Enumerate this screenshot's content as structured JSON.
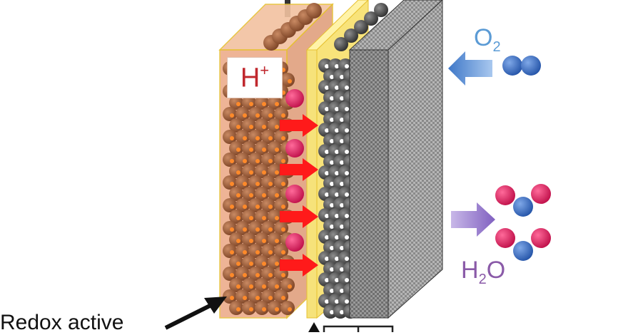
{
  "diagram": {
    "proton_label": {
      "symbol": "H",
      "superscript": "+"
    },
    "oxygen_label": {
      "base": "O",
      "subscript": "2"
    },
    "water_label": {
      "base": "H",
      "subscript": "2",
      "tail": "O"
    },
    "electrode_label": "Redox active",
    "colors": {
      "redox_layer": "#e8a07a",
      "redox_particles": "#9b5a3c",
      "membrane": "#f6e27a",
      "catalyst_particles": "#5a5a5a",
      "gas_diffusion_layer": "#808080",
      "proton": "#e0245e",
      "oxygen_atom": "#3a6fc4",
      "proton_arrow": "#ff1a1a",
      "oxygen_arrow": "#5b9bd5",
      "water_arrow": "#9d7fc8"
    },
    "icons": [
      "proton-dot",
      "oxygen-molecule-icon",
      "water-molecule-icon",
      "arrow-right-icon",
      "arrow-left-icon"
    ]
  }
}
